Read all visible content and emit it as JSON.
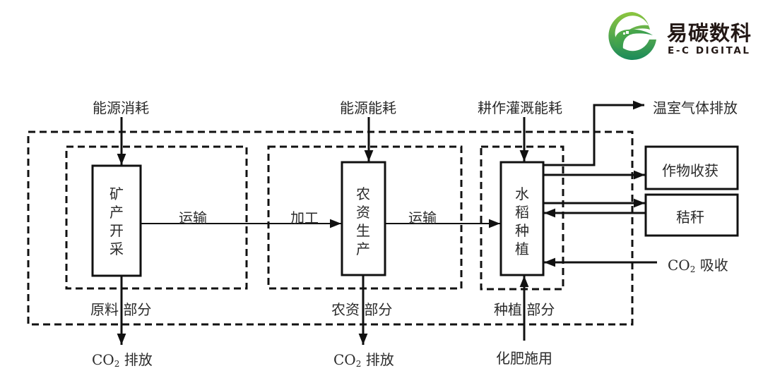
{
  "logo": {
    "name_cn": "易碳数科",
    "name_en": "E-C DIGITAL",
    "icon": "e-leaf-logo-icon",
    "colors": {
      "light_green": "#8dc63f",
      "dark_green": "#1a8a5a"
    }
  },
  "diagram": {
    "inputs": {
      "energy_consumption": "能源消耗",
      "energy_use": "能源能耗",
      "irrigation_energy": "耕作灌溉能耗",
      "fertilizer": "化肥施用"
    },
    "processes": {
      "mining": [
        "矿",
        "产",
        "开",
        "采"
      ],
      "agri_inputs": [
        "农",
        "资",
        "生",
        "产"
      ],
      "rice": [
        "水",
        "稻",
        "种",
        "植"
      ]
    },
    "flows": {
      "transport_1": "运输",
      "processing": "加工",
      "transport_2": "运输"
    },
    "sections": {
      "raw": "原料 部分",
      "agri": "农资 部分",
      "planting": "种植 部分"
    },
    "outputs": {
      "co2_emission_1_prefix": "CO",
      "co2_emission_1_sub": "2",
      "co2_emission_1_suffix": " 排放",
      "co2_emission_2_prefix": "CO",
      "co2_emission_2_sub": "2",
      "co2_emission_2_suffix": " 排放",
      "greenhouse": "温室气体排放",
      "harvest": "作物收获",
      "straw": "秸秆",
      "co2_absorb_prefix": "CO",
      "co2_absorb_sub": "2",
      "co2_absorb_suffix": " 吸收"
    }
  }
}
